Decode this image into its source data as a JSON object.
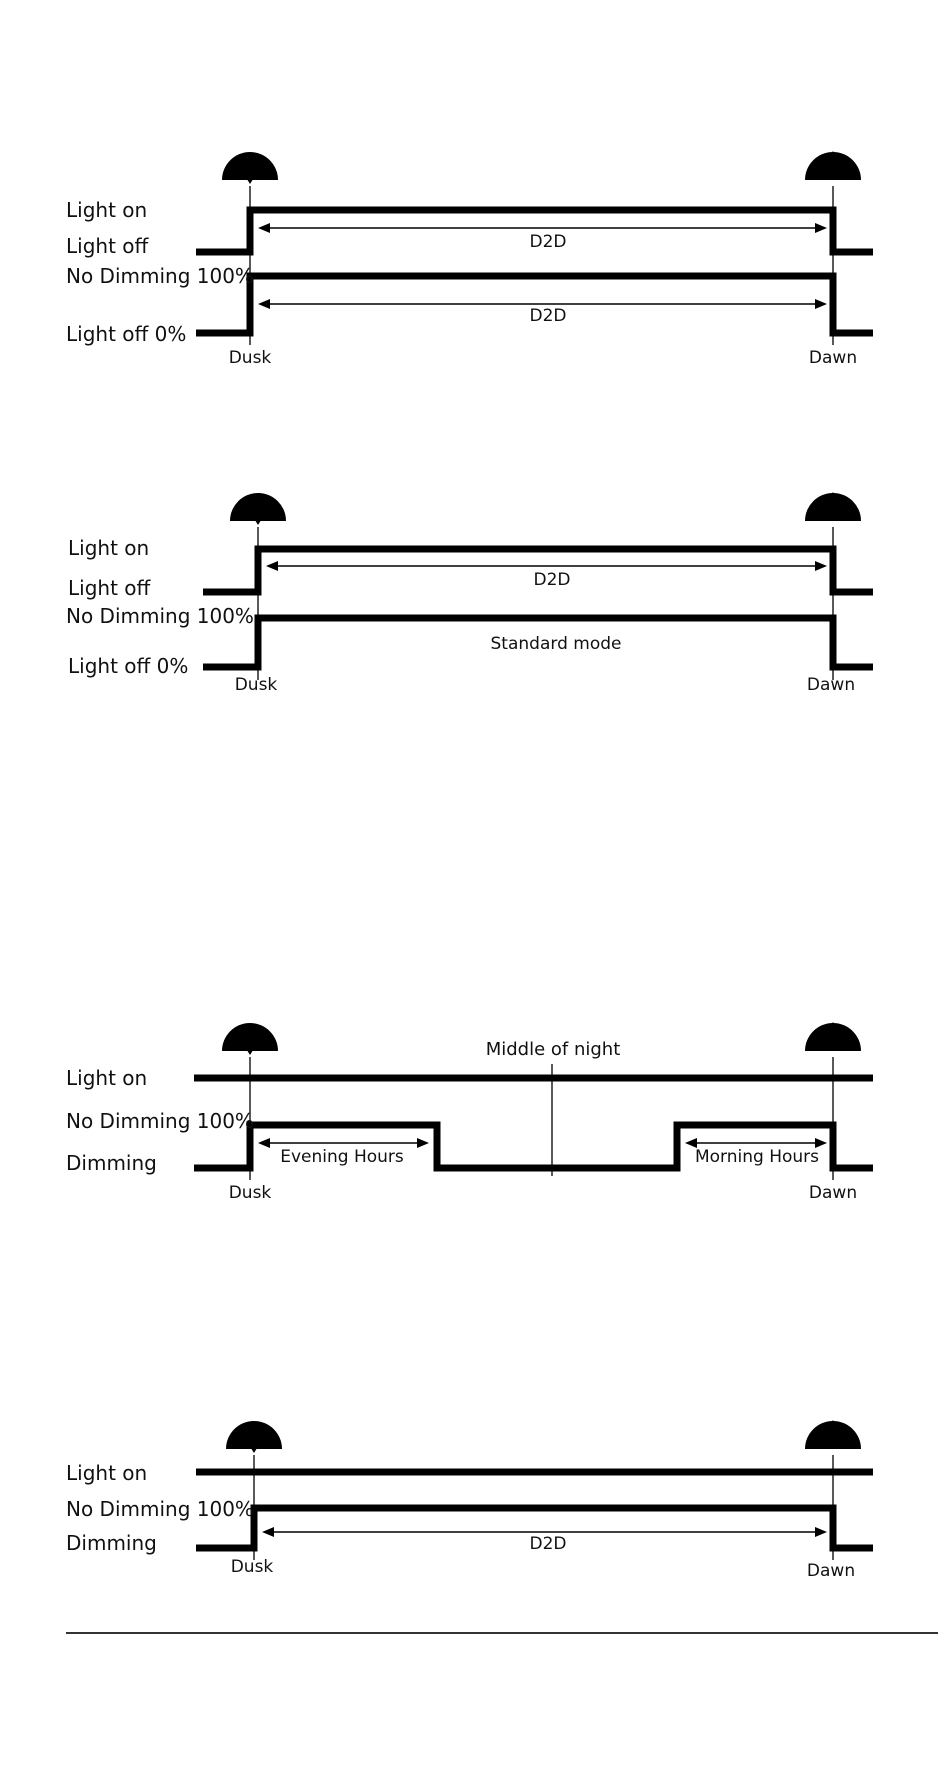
{
  "panels": [
    {
      "labels": {
        "row1": "Light on",
        "row2": "Light off",
        "row3": "No Dimming 100%",
        "row4": "Light off 0%"
      },
      "annotations": {
        "span1": "D2D",
        "span2": "D2D"
      },
      "markers": {
        "start": "Dusk",
        "end": "Dawn"
      }
    },
    {
      "labels": {
        "row1": "Light on",
        "row2": "Light off",
        "row3": "No Dimming 100%",
        "row4": "Light off 0%"
      },
      "annotations": {
        "span1": "D2D",
        "span2": "Standard mode"
      },
      "markers": {
        "start": "Dusk",
        "end": "Dawn"
      }
    },
    {
      "labels": {
        "row1": "Light on",
        "row2": "No Dimming 100%",
        "row3": "Dimming"
      },
      "annotations": {
        "middle": "Middle of night",
        "evening": "Evening Hours",
        "morning": "Morning Hours"
      },
      "markers": {
        "start": "Dusk",
        "end": "Dawn"
      }
    },
    {
      "labels": {
        "row1": "Light on",
        "row2": "No Dimming 100%",
        "row3": "Dimming"
      },
      "annotations": {
        "span1": "D2D"
      },
      "markers": {
        "start": "Dusk",
        "end": "Dawn"
      }
    }
  ]
}
